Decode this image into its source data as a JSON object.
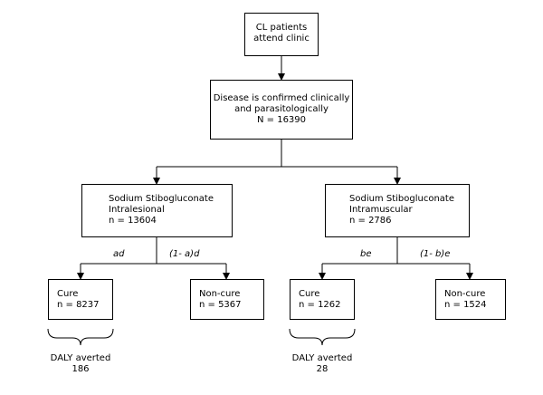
{
  "nodes": {
    "attend": {
      "lines": [
        "CL patients",
        "attend clinic"
      ]
    },
    "confirmed": {
      "lines": [
        "Disease is confirmed clinically",
        "and parasitologically",
        "N = 16390"
      ]
    },
    "intralesional": {
      "lines": [
        "Sodium Stibogluconate",
        "Intralesional",
        "n = 13604"
      ]
    },
    "intramuscular": {
      "lines": [
        "Sodium Stibogluconate",
        "Intramuscular",
        "n = 2786"
      ]
    },
    "cure_il": {
      "lines": [
        "Cure",
        "n = 8237"
      ]
    },
    "noncure_il": {
      "lines": [
        "Non-cure",
        "n = 5367"
      ]
    },
    "cure_im": {
      "lines": [
        "Cure",
        "n = 1262"
      ]
    },
    "noncure_im": {
      "lines": [
        "Non-cure",
        "n = 1524"
      ]
    }
  },
  "edges": {
    "il_cure": "ad",
    "il_noncure": "(1- a)d",
    "im_cure": "be",
    "im_noncure": "(1- b)e"
  },
  "notes": {
    "daly_il": {
      "lines": [
        "DALY averted",
        "186"
      ]
    },
    "daly_im": {
      "lines": [
        "DALY averted",
        "28"
      ]
    }
  }
}
